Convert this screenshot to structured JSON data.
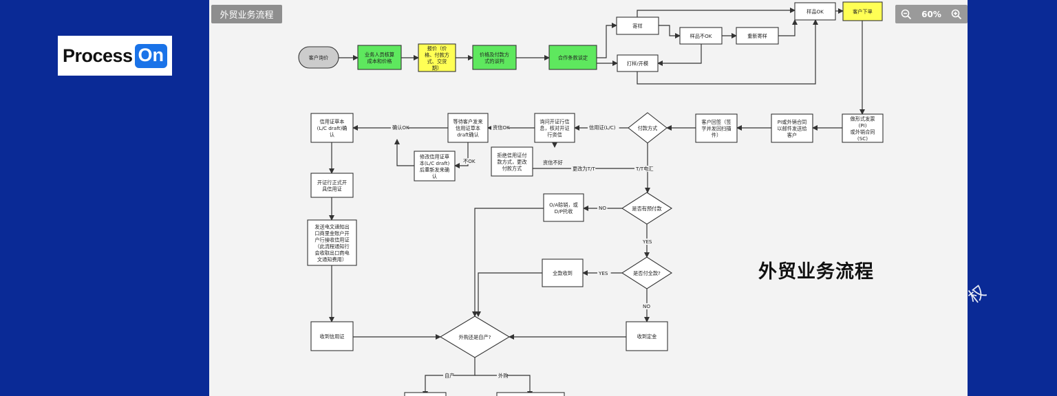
{
  "logo": {
    "process": "Process",
    "on": "On"
  },
  "watermark": "权",
  "canvas": {
    "title_tab": "外贸业务流程",
    "zoom_level": "60%",
    "big_title": "外贸业务流程"
  },
  "colors": {
    "background": "#0a2a96",
    "canvas": "#f3f3f3",
    "green": "#5ee85e",
    "yellow": "#ffff55",
    "white": "#ffffff",
    "start": "#cccccc",
    "accent": "#1a73e8"
  },
  "nodes": {
    "start": [
      "客户询价"
    ],
    "n1": [
      "业务人员核算",
      "成本和价格"
    ],
    "n2": [
      "报价（价",
      "格、付款方",
      "式、交货",
      "期）"
    ],
    "n3": [
      "价格及付款方",
      "式的谈判"
    ],
    "n4": [
      "合作条款谈定"
    ],
    "sample_send": [
      "寄样"
    ],
    "sample_ok": [
      "样品OK"
    ],
    "customer_order": [
      "客户下单"
    ],
    "sample_nok": [
      "样品不OK"
    ],
    "resend": [
      "重新寄样"
    ],
    "proof": [
      "打样/开模"
    ],
    "pi": [
      "做形式发票",
      "(PI)",
      "或外销合同",
      "(SC)"
    ],
    "mail": [
      "PI或外销合同",
      "以邮件发送给",
      "客户"
    ],
    "reply": [
      "客户回签（签",
      "字并发回扫描",
      "件）"
    ],
    "payment": [
      "付款方式"
    ],
    "ask_credit": [
      "询问开证行信",
      "息，核对开证",
      "行资信"
    ],
    "reject": [
      "拒绝信用证付",
      "款方式，更改",
      "付款方式"
    ],
    "wait_draft": [
      "等待客户发来",
      "信用证草本",
      "draft确认"
    ],
    "modify": [
      "修改信用证草",
      "本(L/C draft)",
      "后重新发来确",
      "认"
    ],
    "confirm_draft": [
      "信用证草本",
      "(L/C draft)确",
      "认"
    ],
    "open_lc": [
      "开证行正式开",
      "具信用证"
    ],
    "telex": [
      "发送电文通知出",
      "口商里金账户开",
      "户行接收信用证",
      "（此流程通知行",
      "会收取出口商电",
      "文通知费用）"
    ],
    "receive_lc": [
      "收到信用证"
    ],
    "prepay": [
      "是否有预付款"
    ],
    "oa_dp": [
      "O/A赊销，或",
      "D/P托收"
    ],
    "full_pay": [
      "是否付全款?"
    ],
    "full_received": [
      "全款收到"
    ],
    "deposit": [
      "收到定金"
    ],
    "self_prod": [
      "外购还是自产?"
    ]
  },
  "labels": {
    "confirm_ok": "确认OK",
    "credit_ok": "资信OK",
    "lc": "信用证(L/C)",
    "not_ok": "不OK",
    "credit_bad": "资信不好",
    "change_tt": "更改为T/T",
    "tt": "T/T电汇",
    "no": "NO",
    "yes": "YES",
    "yes2": "YES",
    "no2": "NO",
    "self": "自产",
    "outsource": "外购"
  }
}
